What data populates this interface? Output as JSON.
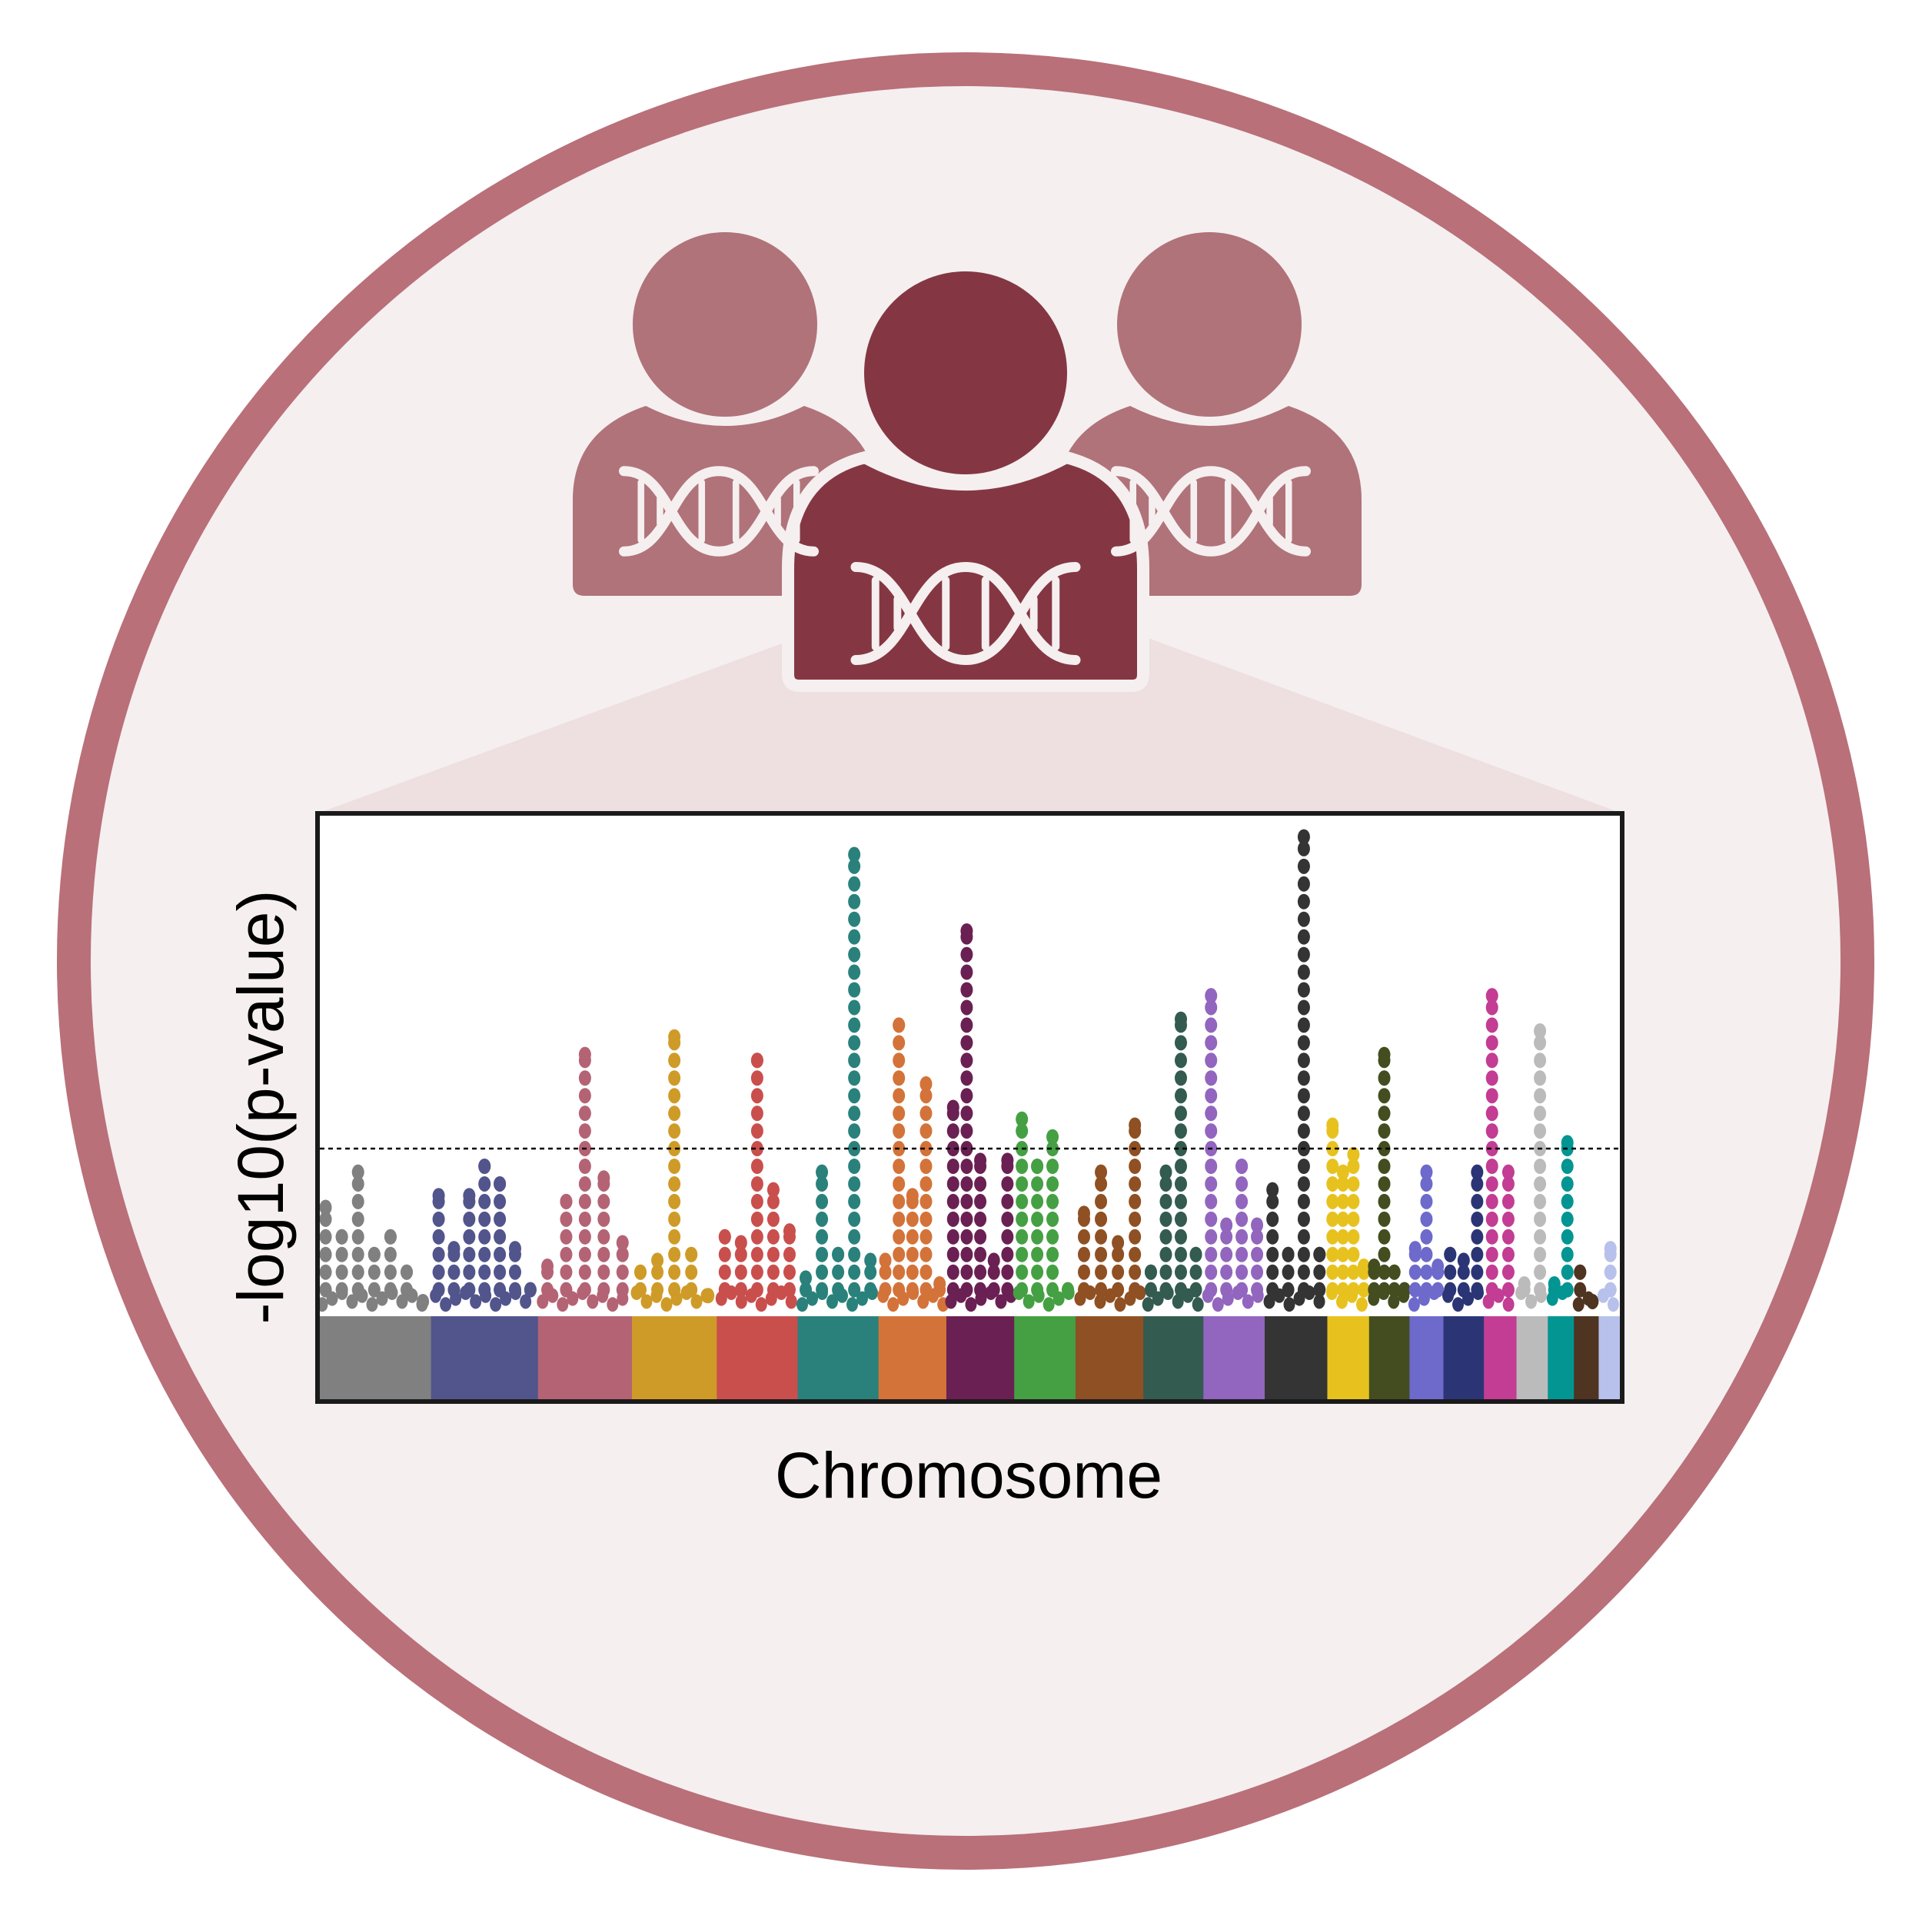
{
  "figure": {
    "ring_color": "#b97079",
    "disc_color": "#f5eff0",
    "funnel_color": "#ecdcdd",
    "person_side_color": "#b07379",
    "person_center_color": "#843742",
    "dna_color": "#f5eff0",
    "icons": [
      "person-left-icon",
      "person-center-icon",
      "person-right-icon",
      "dna-helix-icon"
    ]
  },
  "chart_data": {
    "type": "scatter",
    "title": "",
    "xlabel": "Chromosome",
    "ylabel": "-log10(p-value)",
    "ylim": [
      0,
      10
    ],
    "grid": false,
    "legend": "none",
    "threshold": {
      "value": 4.3,
      "style": "dashed"
    },
    "chromosomes": [
      {
        "color": "#808080",
        "start": 0,
        "end": 0.087,
        "peaks": [
          3.3,
          2.8,
          3.9,
          2.5,
          2.8,
          2.2,
          1.7
        ]
      },
      {
        "color": "#52548c",
        "start": 0.087,
        "end": 0.169,
        "peaks": [
          3.5,
          2.6,
          3.5,
          4.0,
          3.7,
          2.6,
          1.9
        ]
      },
      {
        "color": "#b46375",
        "start": 0.169,
        "end": 0.241,
        "peaks": [
          2.3,
          3.4,
          5.9,
          3.8,
          2.7
        ]
      },
      {
        "color": "#cf9b28",
        "start": 0.241,
        "end": 0.306,
        "peaks": [
          2.2,
          2.4,
          6.2,
          2.5,
          1.8
        ]
      },
      {
        "color": "#c94f4d",
        "start": 0.306,
        "end": 0.368,
        "peaks": [
          2.8,
          2.7,
          5.8,
          3.6,
          2.9
        ]
      },
      {
        "color": "#2a817b",
        "start": 0.368,
        "end": 0.43,
        "peaks": [
          2.1,
          3.9,
          2.5,
          9.3,
          2.4
        ]
      },
      {
        "color": "#d3733a",
        "start": 0.43,
        "end": 0.482,
        "peaks": [
          2.4,
          6.4,
          3.5,
          5.4,
          2.0
        ]
      },
      {
        "color": "#6a2052",
        "start": 0.482,
        "end": 0.534,
        "peaks": [
          5.0,
          8.0,
          4.1,
          2.4,
          4.1
        ]
      },
      {
        "color": "#45a043",
        "start": 0.534,
        "end": 0.581,
        "peaks": [
          4.8,
          4.0,
          4.5,
          1.9
        ]
      },
      {
        "color": "#8f5023",
        "start": 0.581,
        "end": 0.633,
        "peaks": [
          3.2,
          3.9,
          2.7,
          4.7
        ]
      },
      {
        "color": "#335b4f",
        "start": 0.633,
        "end": 0.679,
        "peaks": [
          2.2,
          3.9,
          6.5,
          2.5
        ]
      },
      {
        "color": "#9265be",
        "start": 0.679,
        "end": 0.726,
        "peaks": [
          6.9,
          3.0,
          4.0,
          3.0
        ]
      },
      {
        "color": "#343434",
        "start": 0.726,
        "end": 0.774,
        "peaks": [
          3.6,
          2.5,
          9.6,
          2.5
        ]
      },
      {
        "color": "#e7c21f",
        "start": 0.774,
        "end": 0.806,
        "peaks": [
          4.7,
          3.9,
          4.2,
          2.3
        ]
      },
      {
        "color": "#444d20",
        "start": 0.806,
        "end": 0.837,
        "peaks": [
          2.3,
          5.9,
          2.2,
          1.9
        ]
      },
      {
        "color": "#6d6acb",
        "start": 0.837,
        "end": 0.863,
        "peaks": [
          2.6,
          3.9,
          2.3
        ]
      },
      {
        "color": "#2b3575",
        "start": 0.863,
        "end": 0.894,
        "peaks": [
          2.5,
          2.4,
          3.9
        ]
      },
      {
        "color": "#c23d93",
        "start": 0.894,
        "end": 0.919,
        "peaks": [
          6.9,
          3.9
        ]
      },
      {
        "color": "#bbbbbb",
        "start": 0.919,
        "end": 0.943,
        "peaks": [
          2.0,
          6.3
        ]
      },
      {
        "color": "#039592",
        "start": 0.943,
        "end": 0.963,
        "peaks": [
          2.0,
          4.4
        ]
      },
      {
        "color": "#4e3421",
        "start": 0.963,
        "end": 0.982,
        "peaks": [
          2.2,
          1.7
        ]
      },
      {
        "color": "#b8c1ec",
        "start": 0.982,
        "end": 1.0,
        "peaks": [
          2.6
        ]
      }
    ]
  }
}
